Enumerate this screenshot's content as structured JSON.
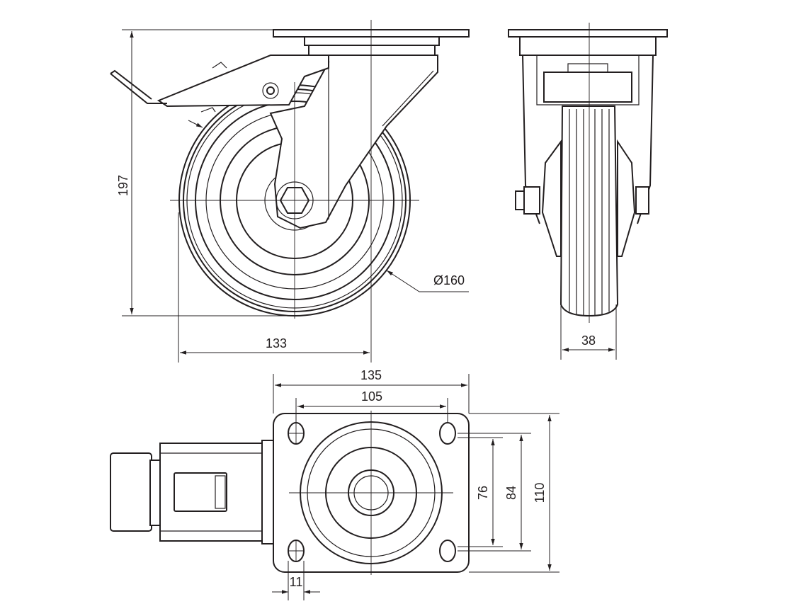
{
  "dimensions": {
    "height": "197",
    "wheel_diameter": "Ø160",
    "offset": "133",
    "wheel_width": "38",
    "plate_length": "135",
    "hole_spacing_length": "105",
    "hole_spacing_width": "76",
    "plate_width_inner": "84",
    "plate_width": "110",
    "bolt_hole": "11"
  },
  "colors": {
    "line": "#231f20",
    "background": "#ffffff"
  }
}
